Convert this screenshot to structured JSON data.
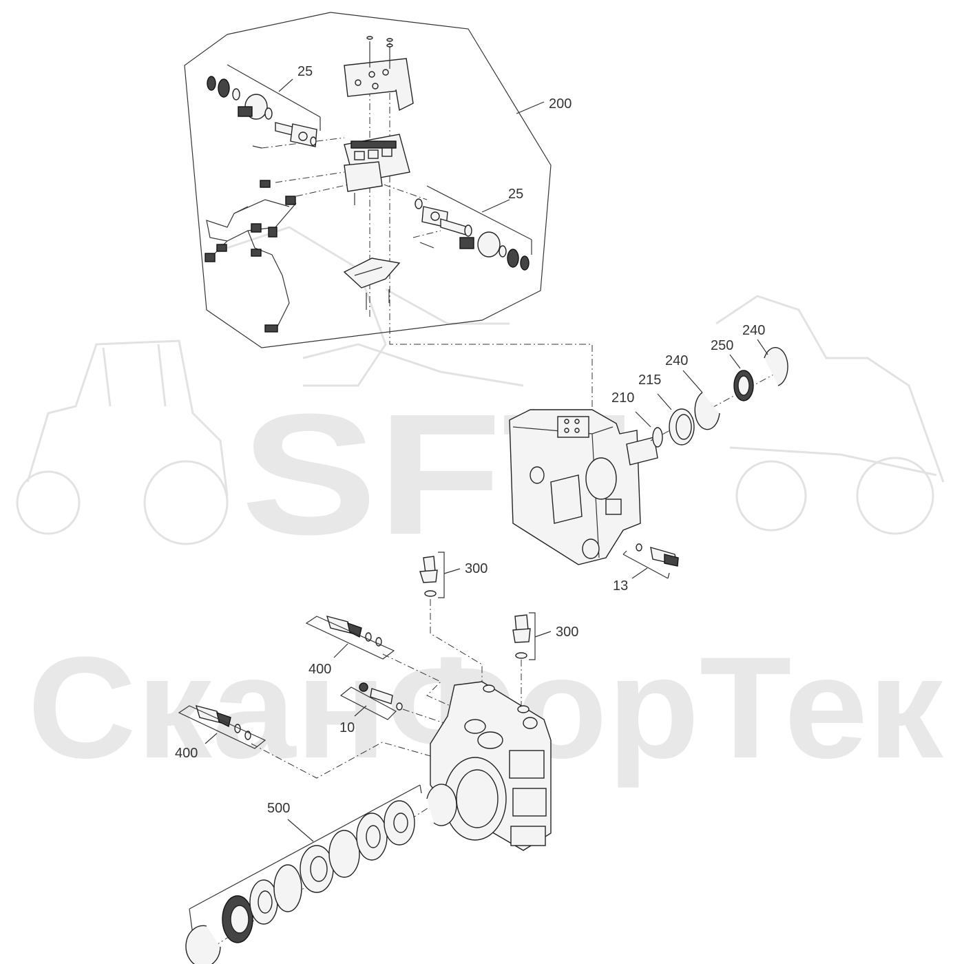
{
  "watermark": {
    "logo_text": "SFT",
    "company_text": "СканФорТек"
  },
  "callouts": [
    {
      "id": "c-25-top",
      "label": "25"
    },
    {
      "id": "c-200",
      "label": "200"
    },
    {
      "id": "c-25-right",
      "label": "25"
    },
    {
      "id": "c-240-a",
      "label": "240"
    },
    {
      "id": "c-250",
      "label": "250"
    },
    {
      "id": "c-240-b",
      "label": "240"
    },
    {
      "id": "c-215",
      "label": "215"
    },
    {
      "id": "c-210",
      "label": "210"
    },
    {
      "id": "c-300-a",
      "label": "300"
    },
    {
      "id": "c-13",
      "label": "13"
    },
    {
      "id": "c-300-b",
      "label": "300"
    },
    {
      "id": "c-400-a",
      "label": "400"
    },
    {
      "id": "c-10",
      "label": "10"
    },
    {
      "id": "c-400-b",
      "label": "400"
    },
    {
      "id": "c-500",
      "label": "500"
    }
  ],
  "colors": {
    "line": "#333333",
    "watermark": "#e8e8e8",
    "background": "#ffffff"
  }
}
